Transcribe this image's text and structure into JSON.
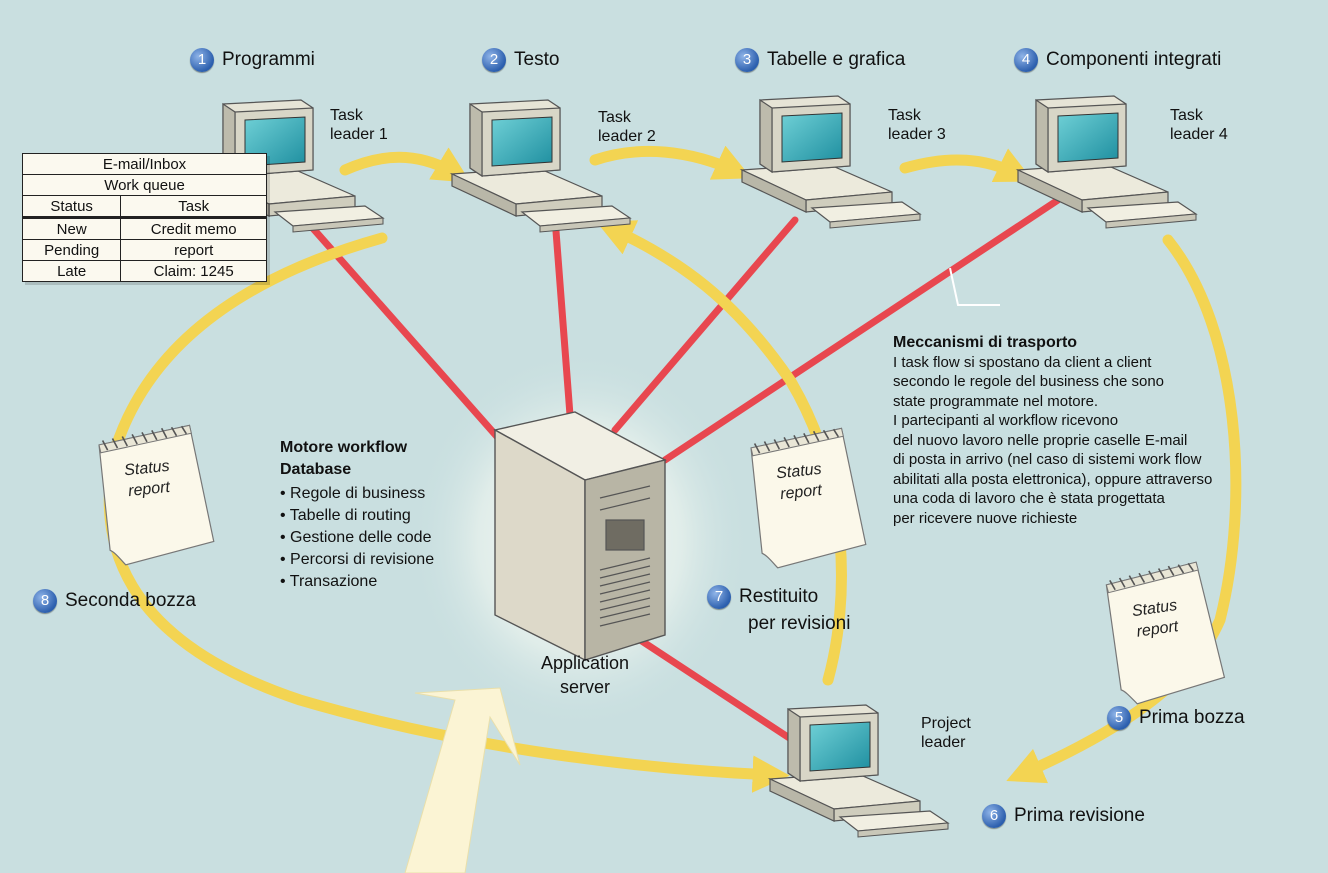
{
  "steps": [
    {
      "num": "1",
      "label": "Programmi"
    },
    {
      "num": "2",
      "label": "Testo"
    },
    {
      "num": "3",
      "label": "Tabelle e grafica"
    },
    {
      "num": "4",
      "label": "Componenti integrati"
    },
    {
      "num": "5",
      "label": "Prima bozza"
    },
    {
      "num": "6",
      "label": "Prima revisione"
    },
    {
      "num": "7",
      "label": "Restituito",
      "label2": "per revisioni"
    },
    {
      "num": "8",
      "label": "Seconda bozza"
    }
  ],
  "task_leaders": [
    {
      "line1": "Task",
      "line2": "leader 1"
    },
    {
      "line1": "Task",
      "line2": "leader 2"
    },
    {
      "line1": "Task",
      "line2": "leader 3"
    },
    {
      "line1": "Task",
      "line2": "leader 4"
    }
  ],
  "project_leader": {
    "line1": "Project",
    "line2": "leader"
  },
  "work_queue": {
    "inbox": "E-mail/Inbox",
    "title": "Work queue",
    "headers": [
      "Status",
      "Task"
    ],
    "rows": [
      [
        "New",
        "Credit memo"
      ],
      [
        "Pending",
        "report"
      ],
      [
        "Late",
        "Claim: 1245"
      ]
    ]
  },
  "engine": {
    "title1": "Motore workflow",
    "title2": "Database",
    "items": [
      "Regole di business",
      "Tabelle di routing",
      "Gestione delle code",
      "Percorsi di revisione",
      "Transazione"
    ]
  },
  "transport": {
    "title": "Meccanismi di trasporto",
    "lines": [
      "I task flow si spostano da client a client",
      "secondo le regole del business che sono",
      "state programmate nel motore.",
      "I partecipanti al workflow ricevono",
      "del nuovo lavoro nelle proprie caselle E-mail",
      "di posta in arrivo (nel caso di sistemi work flow",
      "abilitati alla posta elettronica), oppure attraverso",
      "una coda di lavoro che è stata progettata",
      "per ricevere nuove richieste"
    ]
  },
  "server": {
    "line1": "Application",
    "line2": "server"
  },
  "status_report": {
    "line1": "Status",
    "line2": "report"
  },
  "colors": {
    "background": "#c9dfe0",
    "link": "#e8474f",
    "flow_arrow": "#f3d452",
    "step_badge": "#2c5fae"
  }
}
